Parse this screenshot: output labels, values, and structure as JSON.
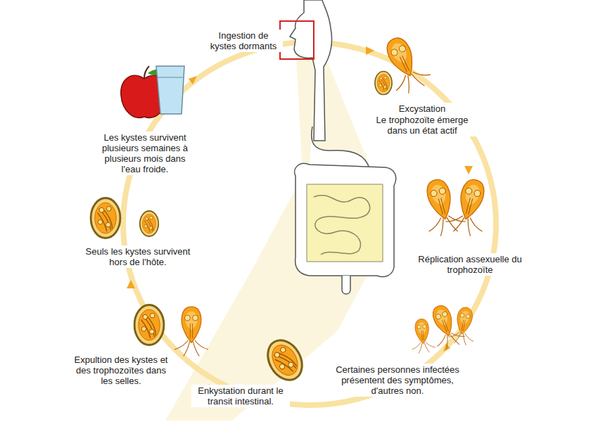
{
  "diagram": {
    "labels": [
      "Ingestion de kystes dormants",
      "Excystation",
      "Le trophozoïte émerge dans un état actif",
      "Réplication assexuelle du trophozoïte",
      "Certaines personnes infectées présentent des symptômes, d'autres non.",
      "Enkystation durant le transit intestinal.",
      "Expultion des kystes et des trophozoïtes dans les selles.",
      "Seuls les kystes survivent hors de l'hôte.",
      "Les kystes survivent plusieurs semaines à plusieurs mois dans l'eau froide."
    ]
  }
}
